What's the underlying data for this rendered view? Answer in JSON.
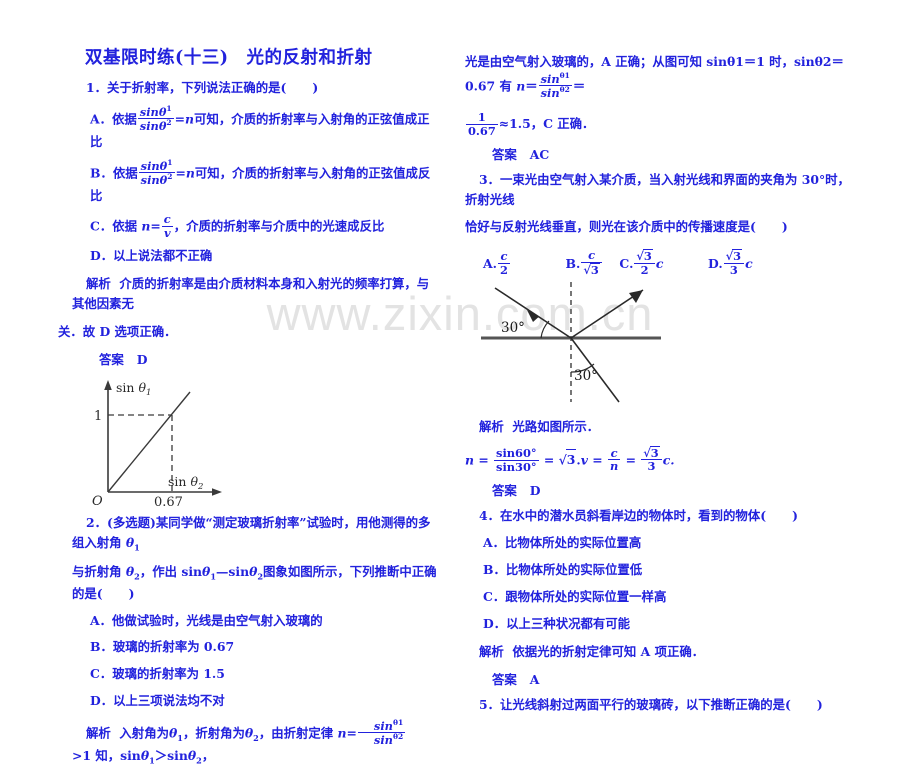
{
  "document": {
    "title": "双基限时练(十三)　光的反射和折射",
    "watermark": "www.zixin.com.cn",
    "text_color": "#2222dd",
    "figure_color": "#444444",
    "watermark_color": "#e3e3e3"
  },
  "labels": {
    "solution": "解析",
    "answer": "答案",
    "paren_open": "(",
    "paren_close": ")"
  },
  "q1": {
    "number": "1．",
    "stem": "关于折射率，下列说法正确的是",
    "options": [
      {
        "tag": "A．",
        "lead": "依据",
        "frac_num": "sinθ",
        "frac_num_sup": "1",
        "frac_den": "sinθ",
        "frac_den_sup": "2",
        "eq": "=",
        "sym": "n",
        "tail": "可知，介质的折射率与入射角的正弦值成正比"
      },
      {
        "tag": "B．",
        "lead": "依据",
        "frac_num": "sinθ",
        "frac_num_sup": "1",
        "frac_den": "sinθ",
        "frac_den_sup": "2",
        "eq": "=",
        "sym": "n",
        "tail": "可知，介质的折射率与入射角的正弦值成反比"
      },
      {
        "tag": "C．",
        "lead": "依据",
        "sym": "n",
        "eq": "=",
        "frac_num": "c",
        "frac_den": "v",
        "tail": "，介质的折射率与介质中的光速成反比"
      },
      {
        "tag": "D．",
        "text": "以上说法都不正确"
      }
    ],
    "solution_line1": "介质的折射率是由介质材料本身和入射光的频率打算，与其他因素无",
    "solution_line2": "关．故 D 选项正确．",
    "answer": "D"
  },
  "graph": {
    "y_axis_label_pre": "sin",
    "y_axis_label_sym": "θ",
    "y_axis_label_sub": "1",
    "x_axis_label_pre": "sin",
    "x_axis_label_sym": "θ",
    "x_axis_label_sub": "2",
    "origin_label": "O",
    "y_tick": "1",
    "x_tick": "0.67"
  },
  "chart_data": {
    "type": "line",
    "title": "",
    "xlabel": "sin θ2",
    "ylabel": "sin θ1",
    "xlim": [
      0,
      0.95
    ],
    "ylim": [
      0,
      1.35
    ],
    "x": [
      0,
      0.67,
      0.9
    ],
    "y": [
      0,
      1,
      1.34
    ],
    "gridlines": false,
    "annotations": [
      {
        "type": "dashed-horizontal",
        "value": 1,
        "label": "1"
      },
      {
        "type": "dashed-vertical",
        "value": 0.67,
        "label": "0.67"
      }
    ]
  },
  "q2": {
    "number": "2．",
    "tag": "(多选题)",
    "stem_part1": "某同学做“测定玻璃折射率”试验时，用他测得的多组入射角",
    "stem_sym1": "θ",
    "stem_sub1": "1",
    "stem_part2": "与折射角",
    "stem_sym2": "θ",
    "stem_sub2": "2",
    "stem_part3": "，作出",
    "stem_expr": "sinθ1—sinθ2",
    "stem_part4": "图象如图所示，下列推断中正确的是",
    "options": [
      {
        "tag": "A．",
        "text": "他做试验时，光线是由空气射入玻璃的"
      },
      {
        "tag": "B．",
        "text": "玻璃的折射率为 0.67"
      },
      {
        "tag": "C．",
        "text": "玻璃的折射率为 1.5"
      },
      {
        "tag": "D．",
        "text": "以上三项说法均不对"
      }
    ],
    "solution_pre": "入射角为",
    "solution_sym1": "θ",
    "solution_sub1": "1",
    "solution_mid": "，折射角为",
    "solution_sym2": "θ",
    "solution_sub2": "2",
    "solution_post": "，由折射定律",
    "solution_n": "n",
    "solution_eq": "=",
    "solution_gt": ">1",
    "solution_know": "知，",
    "solution_ineq": "sinθ1＞sinθ2，",
    "solution_right_line1": "光是由空气射入玻璃的，A 正确；从图可知 sinθ1＝1 时，sinθ2＝0.67 有",
    "solution_right_n": "n",
    "solution_right_approx": "≈1.5，C 正确．",
    "answer": "AC"
  },
  "q3": {
    "number": "3．",
    "stem_line1": "一束光由空气射入某介质，当入射光线和界面的夹角为 30°时，折射光线",
    "stem_line2": "恰好与反射光线垂直，则光在该介质中的传播速度是",
    "options": [
      {
        "tag": "A.",
        "num": "c",
        "den": "2"
      },
      {
        "tag": "B.",
        "num": "c",
        "den": "√3"
      },
      {
        "tag": "C.",
        "num": "√3",
        "den": "2",
        "after": "c"
      },
      {
        "tag": "D.",
        "num": "√3",
        "den": "3",
        "after": "c"
      }
    ],
    "figure": {
      "angle_top": "30°",
      "angle_bottom": "30°"
    },
    "solution": "光路如图所示．",
    "formula": "n = sin60°/sin30° = √3, v = c/n = (√3/3)c.",
    "answer": "D"
  },
  "q4": {
    "number": "4．",
    "stem": "在水中的潜水员斜看岸边的物体时，看到的物体",
    "options": [
      {
        "tag": "A．",
        "text": "比物体所处的实际位置高"
      },
      {
        "tag": "B．",
        "text": "比物体所处的实际位置低"
      },
      {
        "tag": "C．",
        "text": "跟物体所处的实际位置一样高"
      },
      {
        "tag": "D．",
        "text": "以上三种状况都有可能"
      }
    ],
    "solution": "依据光的折射定律可知 A 项正确．",
    "answer": "A"
  },
  "q5": {
    "number": "5．",
    "stem": "让光线斜射过两面平行的玻璃砖，以下推断正确的是"
  }
}
